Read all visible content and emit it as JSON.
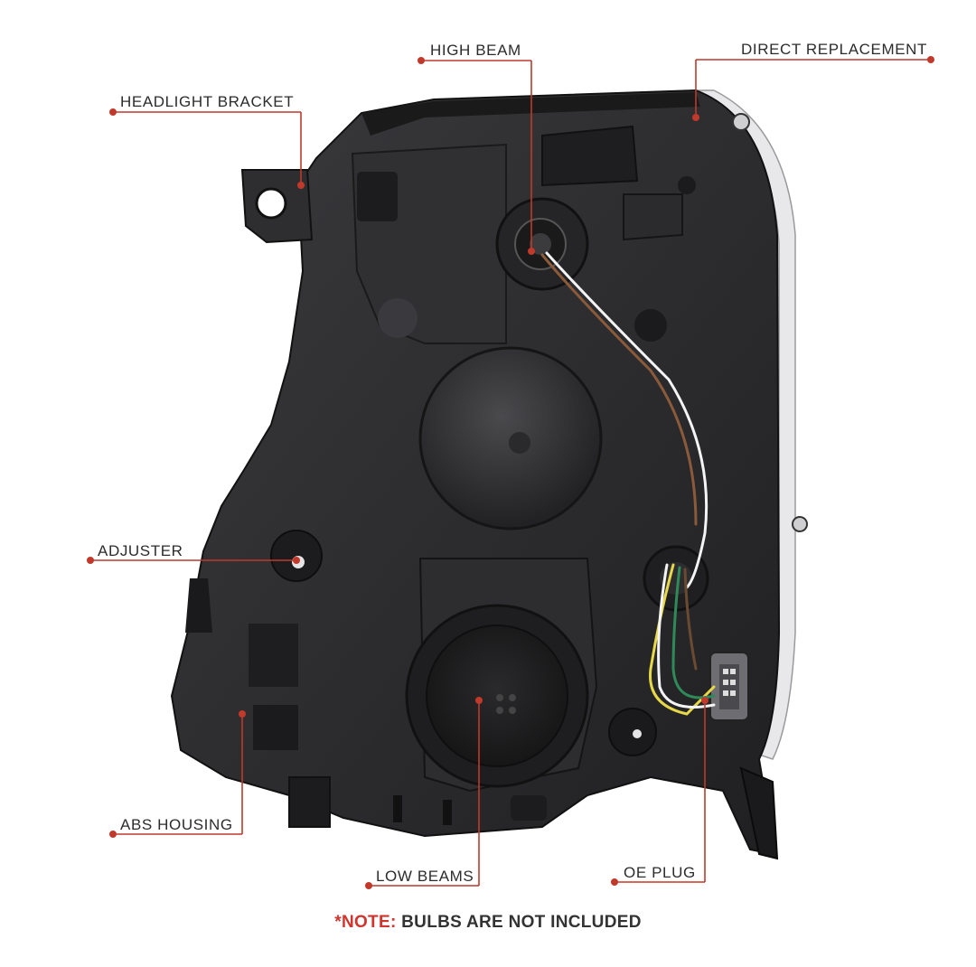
{
  "callouts": {
    "high_beam": "HIGH BEAM",
    "direct_replacement": "DIRECT REPLACEMENT",
    "headlight_bracket": "HEADLIGHT BRACKET",
    "adjuster": "ADJUSTER",
    "abs_housing": "ABS HOUSING",
    "low_beams": "LOW BEAMS",
    "oe_plug": "OE PLUG"
  },
  "note": {
    "prefix": "*NOTE:",
    "text": " BULBS ARE NOT INCLUDED"
  },
  "colors": {
    "accent": "#d0342c",
    "housing": "#2a2a2c",
    "text": "#2c2c2c"
  }
}
